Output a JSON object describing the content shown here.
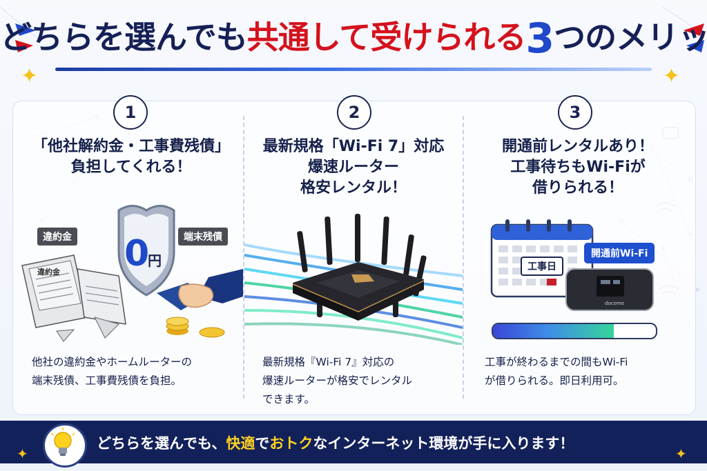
{
  "title": {
    "part1": "どちらを選んでも",
    "part2": "共通して受けられる",
    "part3": "3",
    "part4": "つのメリット"
  },
  "colors": {
    "navy": "#13215a",
    "red": "#d4121d",
    "blue": "#1f49c9",
    "accent_yellow": "#ffd21f"
  },
  "benefits": [
    {
      "number": "1",
      "heading_lines": [
        "「他社解約金・工事費残債」",
        "負担してくれる！"
      ],
      "tags": [
        "違約金",
        "端末残債"
      ],
      "badge_value": "0",
      "badge_unit": "円",
      "desc_lines": [
        "他社の違約金やホームルーターの",
        "端末残債、工事費残債を負担。"
      ],
      "icons": [
        "shield-icon",
        "handshake-icon",
        "torn-contract-icon",
        "coins-icon"
      ]
    },
    {
      "number": "2",
      "heading_lines": [
        "最新規格「Wi-Fi 7」対応",
        "爆速ルーター",
        "格安レンタル！"
      ],
      "desc_lines": [
        "最新規格『Wi-Fi 7』対応の",
        "爆速ルーターが格安でレンタル",
        "できます。"
      ],
      "icons": [
        "router-icon",
        "speed-lines-icon"
      ]
    },
    {
      "number": "3",
      "heading_lines": [
        "開通前レンタルあり！",
        "工事待ちもWi-Fiが",
        "借りられる！"
      ],
      "calendar_label": "工事日",
      "wifi_label": "開通前Wi-Fi",
      "device_brand": "docomo",
      "progress": 0.74,
      "desc_lines": [
        "工事が終わるまでの間もWi-Fi",
        "が借りられる。即日利用可。"
      ],
      "icons": [
        "calendar-icon",
        "pocket-wifi-icon",
        "wifi-icon"
      ]
    }
  ],
  "banner": {
    "text_before": "どちらを選んでも、",
    "highlight1": "快適",
    "text_mid": "で",
    "highlight2": "おトク",
    "text_after": "なインターネット環境が手に入ります！",
    "icon": "lightbulb-icon"
  }
}
